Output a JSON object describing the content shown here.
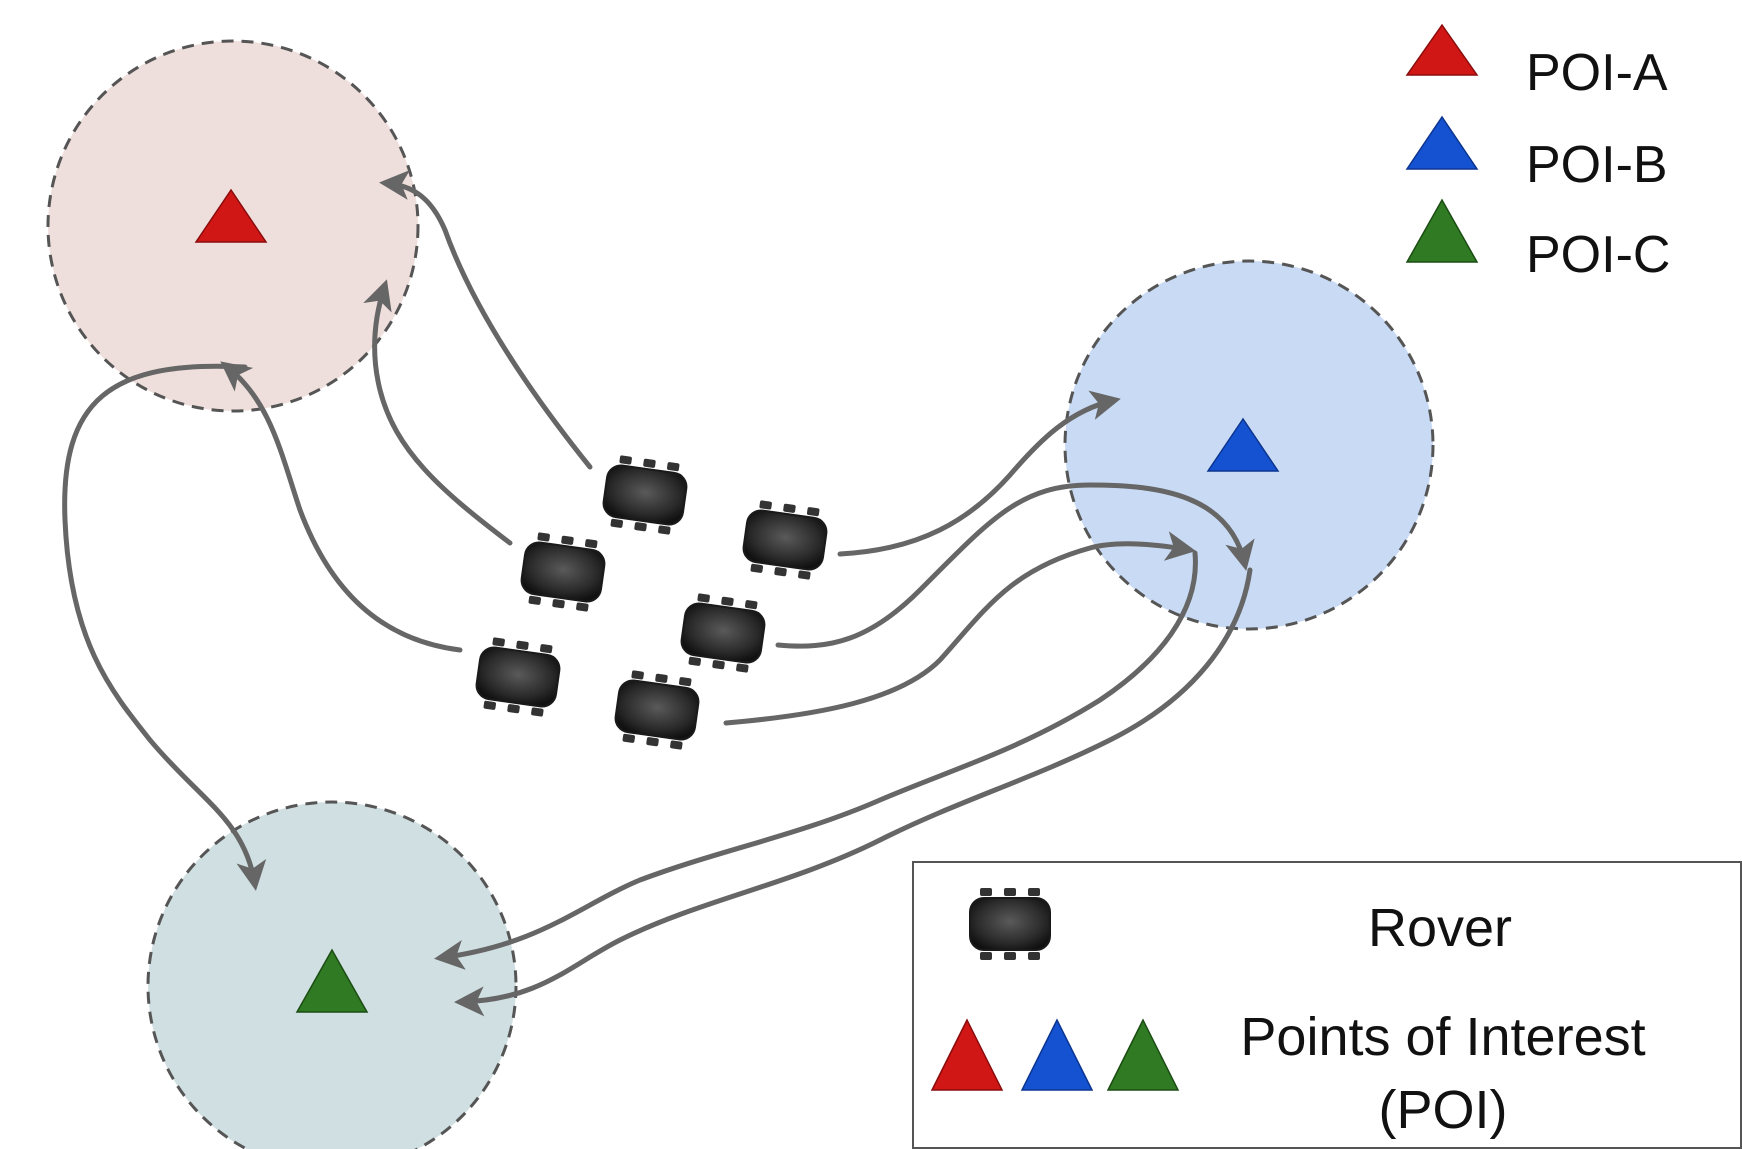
{
  "colors": {
    "poi_a": "#d11616",
    "poi_b": "#1452d1",
    "poi_c": "#2f7a22",
    "zone_a_fill": "#efdfdc",
    "zone_b_fill": "#c9dbf4",
    "zone_c_fill": "#d0dfe2",
    "path_stroke": "#666666"
  },
  "top_legend": {
    "items": [
      {
        "label": "POI-A",
        "color": "poi_a"
      },
      {
        "label": "POI-B",
        "color": "poi_b"
      },
      {
        "label": "POI-C",
        "color": "poi_c"
      }
    ]
  },
  "bottom_legend": {
    "rover_label": "Rover",
    "poi_label_line1": "Points of Interest",
    "poi_label_line2": "(POI)"
  },
  "zones": [
    {
      "id": "poi-a-zone",
      "poi": "POI-A"
    },
    {
      "id": "poi-b-zone",
      "poi": "POI-B"
    },
    {
      "id": "poi-c-zone",
      "poi": "POI-C"
    }
  ],
  "rover_icon": "rover-icon",
  "rover_count": 6
}
